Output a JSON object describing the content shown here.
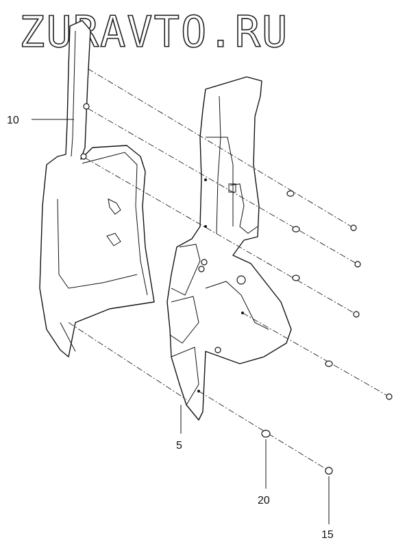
{
  "watermark": "ZURAVTO.RU",
  "callouts": {
    "c10": "10",
    "c5": "5",
    "c20": "20",
    "c15": "15"
  }
}
